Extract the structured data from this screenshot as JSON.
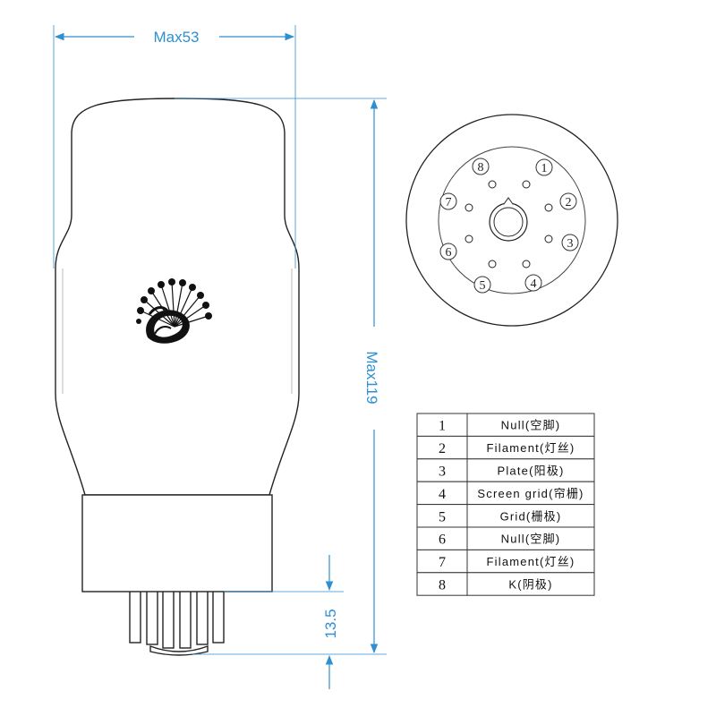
{
  "dimensions": {
    "width_label": "Max53",
    "height_label": "Max119",
    "pin_length_label": "13.5"
  },
  "socket": {
    "pins": [
      {
        "number": "1"
      },
      {
        "number": "2"
      },
      {
        "number": "3"
      },
      {
        "number": "4"
      },
      {
        "number": "5"
      },
      {
        "number": "6"
      },
      {
        "number": "7"
      },
      {
        "number": "8"
      }
    ]
  },
  "pin_table": {
    "rows": [
      {
        "pin": "1",
        "function": "Null(空脚)"
      },
      {
        "pin": "2",
        "function": "Filament(灯丝)"
      },
      {
        "pin": "3",
        "function": "Plate(阳极)"
      },
      {
        "pin": "4",
        "function": "Screen grid(帘栅)"
      },
      {
        "pin": "5",
        "function": "Grid(栅极)"
      },
      {
        "pin": "6",
        "function": "Null(空脚)"
      },
      {
        "pin": "7",
        "function": "Filament(灯丝)"
      },
      {
        "pin": "8",
        "function": "K(阴极)"
      }
    ]
  },
  "logo": {
    "icon": "peacock-logo-icon"
  },
  "colors": {
    "dimension": "#2f8fd0",
    "outline": "#222222"
  }
}
